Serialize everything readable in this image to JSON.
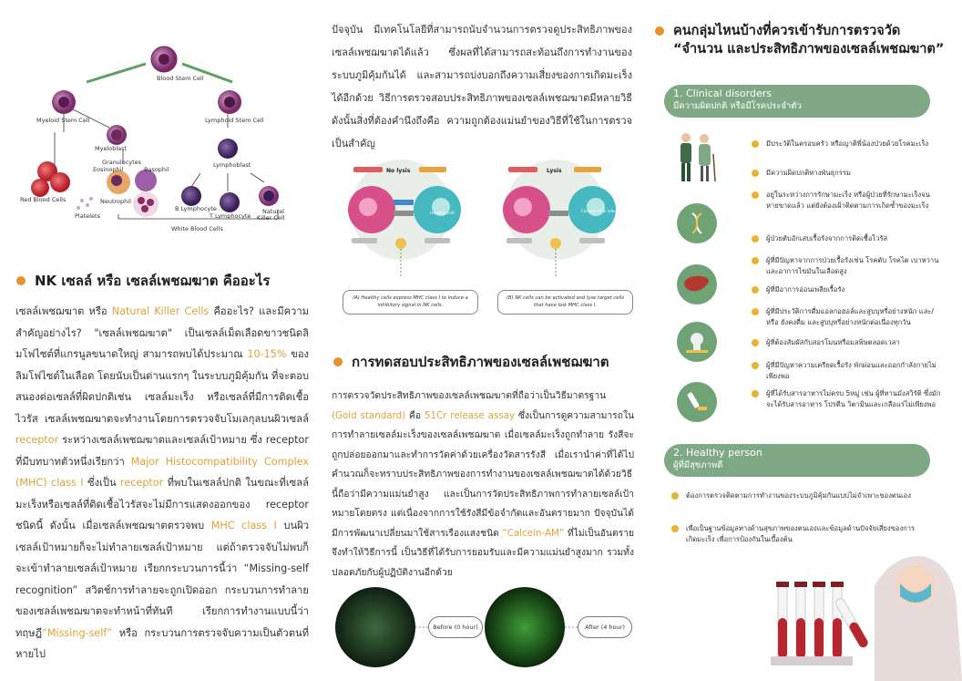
{
  "diagram": {
    "labels": {
      "blood_stem": "Blood Stem Cell",
      "myeloid": "Myeloid Stem Cell",
      "lymphoid": "Lymphoid Stem Cell",
      "myeloblast": "Myeloblast",
      "granulocytes": "Granulocytes",
      "eosinophil": "Eosinophil",
      "basophil": "Basophil",
      "lymphoblast": "Lymphoblast",
      "rbc": "Red Blood Cells",
      "platelets": "Platelets",
      "neutrophil": "Neutrophil",
      "b_lymph": "B Lymphocyte",
      "t_lymph": "T Lymphocyte",
      "nk1": "Natural",
      "nk2": "Killer Cell",
      "wbc": "White Blood Cells"
    }
  },
  "col1": {
    "heading": "NK เซลล์ หรือ เซลล์เพชฌฆาต คืออะไร",
    "p": [
      {
        "t": "เซลล์เพชฌฆาต หรือ "
      },
      {
        "t": "Natural Killer Cells",
        "hl": true
      },
      {
        "t": " คืออะไร? และมีความสำคัญอย่างไร? \"เซลล์เพชฌฆาต\" เป็นเซลล์เม็ดเลือดขาวชนิดลิมโฟไซต์ที่แกรนูลขนาดใหญ่ สามารถพบได้ประมาณ "
      },
      {
        "t": "10-15%",
        "hl": true
      },
      {
        "t": " ของลิมโฟไซต์ในเลือด โดยนับเป็นด่านแรกๆ ในระบบภูมิคุ้มกัน ที่จะตอบสนองต่อเซลล์ที่ผิดปกติเช่น เซลล์มะเร็ง หรือเซลล์ที่มีการติดเชื้อไวรัส เซลล์เพชฌฆาตจะทำงานโดยการตรวจจับโมเลกุลบนผิวเซลล์ "
      },
      {
        "t": "receptor",
        "hl": true
      },
      {
        "t": " ระหว่างเซลล์เพชฌฆาตและเซลล์เป้าหมาย ซึ่ง receptor ที่มีบทบาทตัวหนึ่งเรียกว่า "
      },
      {
        "t": "Major Histocompatibility Complex (MHC) class I",
        "hl": true
      },
      {
        "t": " ซึ่งเป็น "
      },
      {
        "t": "receptor",
        "hl": true
      },
      {
        "t": " ที่พบในเซลล์ปกติ ในขณะที่เซลล์มะเร็งหรือเซลล์ที่ติดเชื้อไวรัสจะไม่มีการแสดงออกของ receptor ชนิดนี้ ดังนั้น เมื่อเซลล์เพชฌฆาตตรวจพบ "
      },
      {
        "t": "MHC class I",
        "hl": true
      },
      {
        "t": " บนผิวเซลล์เป้าหมายก็จะไม่ทำลายเซลล์เป้าหมาย แต่ถ้าตรวจจับไม่พบก็จะเข้าทำลายเซลล์เป้าหมาย เรียกกระบวนการนี้ว่า “Missing-self recognition” สวิตช์การทำลายจะถูกเปิดออก กระบวนการทำลายของเซลล์เพชฌฆาตจะทำหน้าที่ทันที เรียกการทำงานแบบนี้ว่า ทฤษฎี"
      },
      {
        "t": "“Missing-self”",
        "hl": true
      },
      {
        "t": " หรือ กระบวนการตรวจจับความเป็นตัวตนที่หายไป"
      }
    ]
  },
  "col2": {
    "intro": "ปัจจุบัน มีเทคโนโลยีที่สามารถนับจำนวนการตรวจดูประสิทธิภาพของเซลล์เพชฌฆาตได้แล้ว ซึ่งผลที่ได้สามารถสะท้อนถึงการทำงานของระบบภูมิคุ้มกันได้ และสามารถบ่งบอกถึงความเสี่ยงของการเกิดมะเร็งได้อีกด้วย วิธีการตรวจสอบประสิทธิภาพของเซลล์เพชฌฆาตมีหลายวิธี ดังนั้นสิ่งที่ต้องคำนึงถึงคือ ความถูกต้องแม่นยำของวิธีที่ใช้ในการตรวจเป็นสำคัญ",
    "mech_a": {
      "title": "No lysis",
      "caption": "(A) Healthy cells express MHC class I to induce a inhibitory signal in NK cells.",
      "cell": "Healthy cell"
    },
    "mech_b": {
      "title": "Lysis",
      "caption": "(B) NK cells can be activated and lyse target cells that have lost MHC class I.",
      "cell": "Cancer cell or infected cell"
    },
    "heading": "การทดสอบประสิทธิภาพของเซลล์เพชฌฆาต",
    "p": [
      {
        "t": "การตรวจวัดประสิทธิภาพของเซลล์เพชฌฆาตที่ถือว่าเป็นวิธีมาตรฐาน "
      },
      {
        "t": "(Gold standard)",
        "hl": true
      },
      {
        "t": " คือ "
      },
      {
        "t": "51Cr release assay",
        "hl": true
      },
      {
        "t": " ซึ่งเป็นการดูความสามารถในการทำลายเซลล์มะเร็งของเซลล์เพชฌฆาต เมื่อเซลล์มะเร็งถูกทำลาย รังสีจะถูกปล่อยออกมาและทำการวัดค่าด้วยเครื่องวัดสารรังสี เมื่อเรานำค่าที่ได้ไปคำนวณก็จะทราบประสิทธิภาพของการทำงานของเซลล์เพชฌฆาตได้ด้วยวิธีนี้ถือว่ามีความแม่นยำสูง และเป็นการวัดประสิทธิภาพการทำลายเซลล์เป้าหมายโดยตรง แต่เนื่องจากการใช้รังสีมีข้อจำกัดและอันตรายมาก ปัจจุบันได้มีการพัฒนาเปลี่ยนมาใช้สารเรืองแสงชนิด "
      },
      {
        "t": "“Calcein-AM”",
        "hl": true
      },
      {
        "t": " ที่ไม่เป็นอันตราย จึงทำให้วิธีการนี้ เป็นวิธีที่ได้รับการยอมรับและมีความแม่นยำสูงมาก รวมทั้ง ปลอดภัยกับผู้ปฏิบัติงานอีกด้วย"
      }
    ],
    "before": "Before (0 hour)",
    "after": "After (4 hour)"
  },
  "col3": {
    "heading_line1": "คนกลุ่มไหนบ้างที่ควรเข้ารับการตรวจวัด",
    "heading_line2": "“จำนวน และประสิทธิภาพของเซลล์เพชฌฆาต”",
    "group1": {
      "title": "1. Clinical disorders",
      "sub": "มีความผิดปกติ หรือมีโรคประจำตัว"
    },
    "items1": [
      "มีประวัติในครอบครัว หรือญาติพี่น้องป่วยด้วยโรคมะเร็ง",
      "มีความผิดปกติทางพันธุกรรม",
      "อยู่ในระหว่างการรักษามะเร็ง หรือผู้ป่วยที่รักษามะเร็งจนหายขาดแล้ว แต่ยังต้องเฝ้าติดตามการเกิดซ้ำของมะเร็ง",
      "ผู้ป่วยตับอักเสบเรื้อรังจากการติดเชื้อไวรัส",
      "ผู้ที่มีปัญหาจากการป่วยเรื้อรังเช่น โรคตับ โรคไต เบาหวาน และอาการไขมันในเลือดสูง",
      "ผู้ที่มีอาการอ่อนเพลียเรื้อรัง",
      "ผู้ที่มีประวัติการดื่มแอลกอฮอล์และสูบบุหรี่อย่างหนัก และ/หรือ ยังคงดื่ม และสูบบุหรี่อย่างหนักต่อเนื่องทุกวัน",
      "ผู้ที่ต้องสัมผัสกับสอรโมนหรือมลพิษตลอดเวลา",
      "ผู้ที่มีปัญหาความเครียดเรื้อรัง พักผ่อนและออกกำลังกายไม่เพียงพอ",
      "ผู้ที่ได้รับสารอาหารไม่ครบ 5หมู่ เช่น ผู้ที่ทานมังสวิรัติ ซึ่งมักจะได้รับสารอาหาร โปรตีน วิตามินและเกลือแร่ไม่เพียงพอ"
    ],
    "group2": {
      "title": "2. Healthy person",
      "sub": "ผู้ที่มีสุขภาพดี"
    },
    "items2": [
      "ต้องการตรวจติดตามการทำงานของระบบภูมิคุ้มกันแบบไม่จำเพาะของตนเอง",
      "เพื่อเป็นฐานข้อมูลทางด้านสุขภาพของตนเองและข้อมูลด้านปัจจัยเสี่ยงของการเกิดมะเร็ง เพื่อการป้องกันในเบื้องต้น"
    ]
  },
  "colors": {
    "accent": "#e8912d",
    "highlight": "#e0a23a",
    "green": "#7fa984",
    "bullet": "#e6b42e"
  },
  "icons": [
    "elderly-couple-icon",
    "dna-hands-icon",
    "liver-icon",
    "alcohol-smoking-icon",
    "stress-icon"
  ]
}
